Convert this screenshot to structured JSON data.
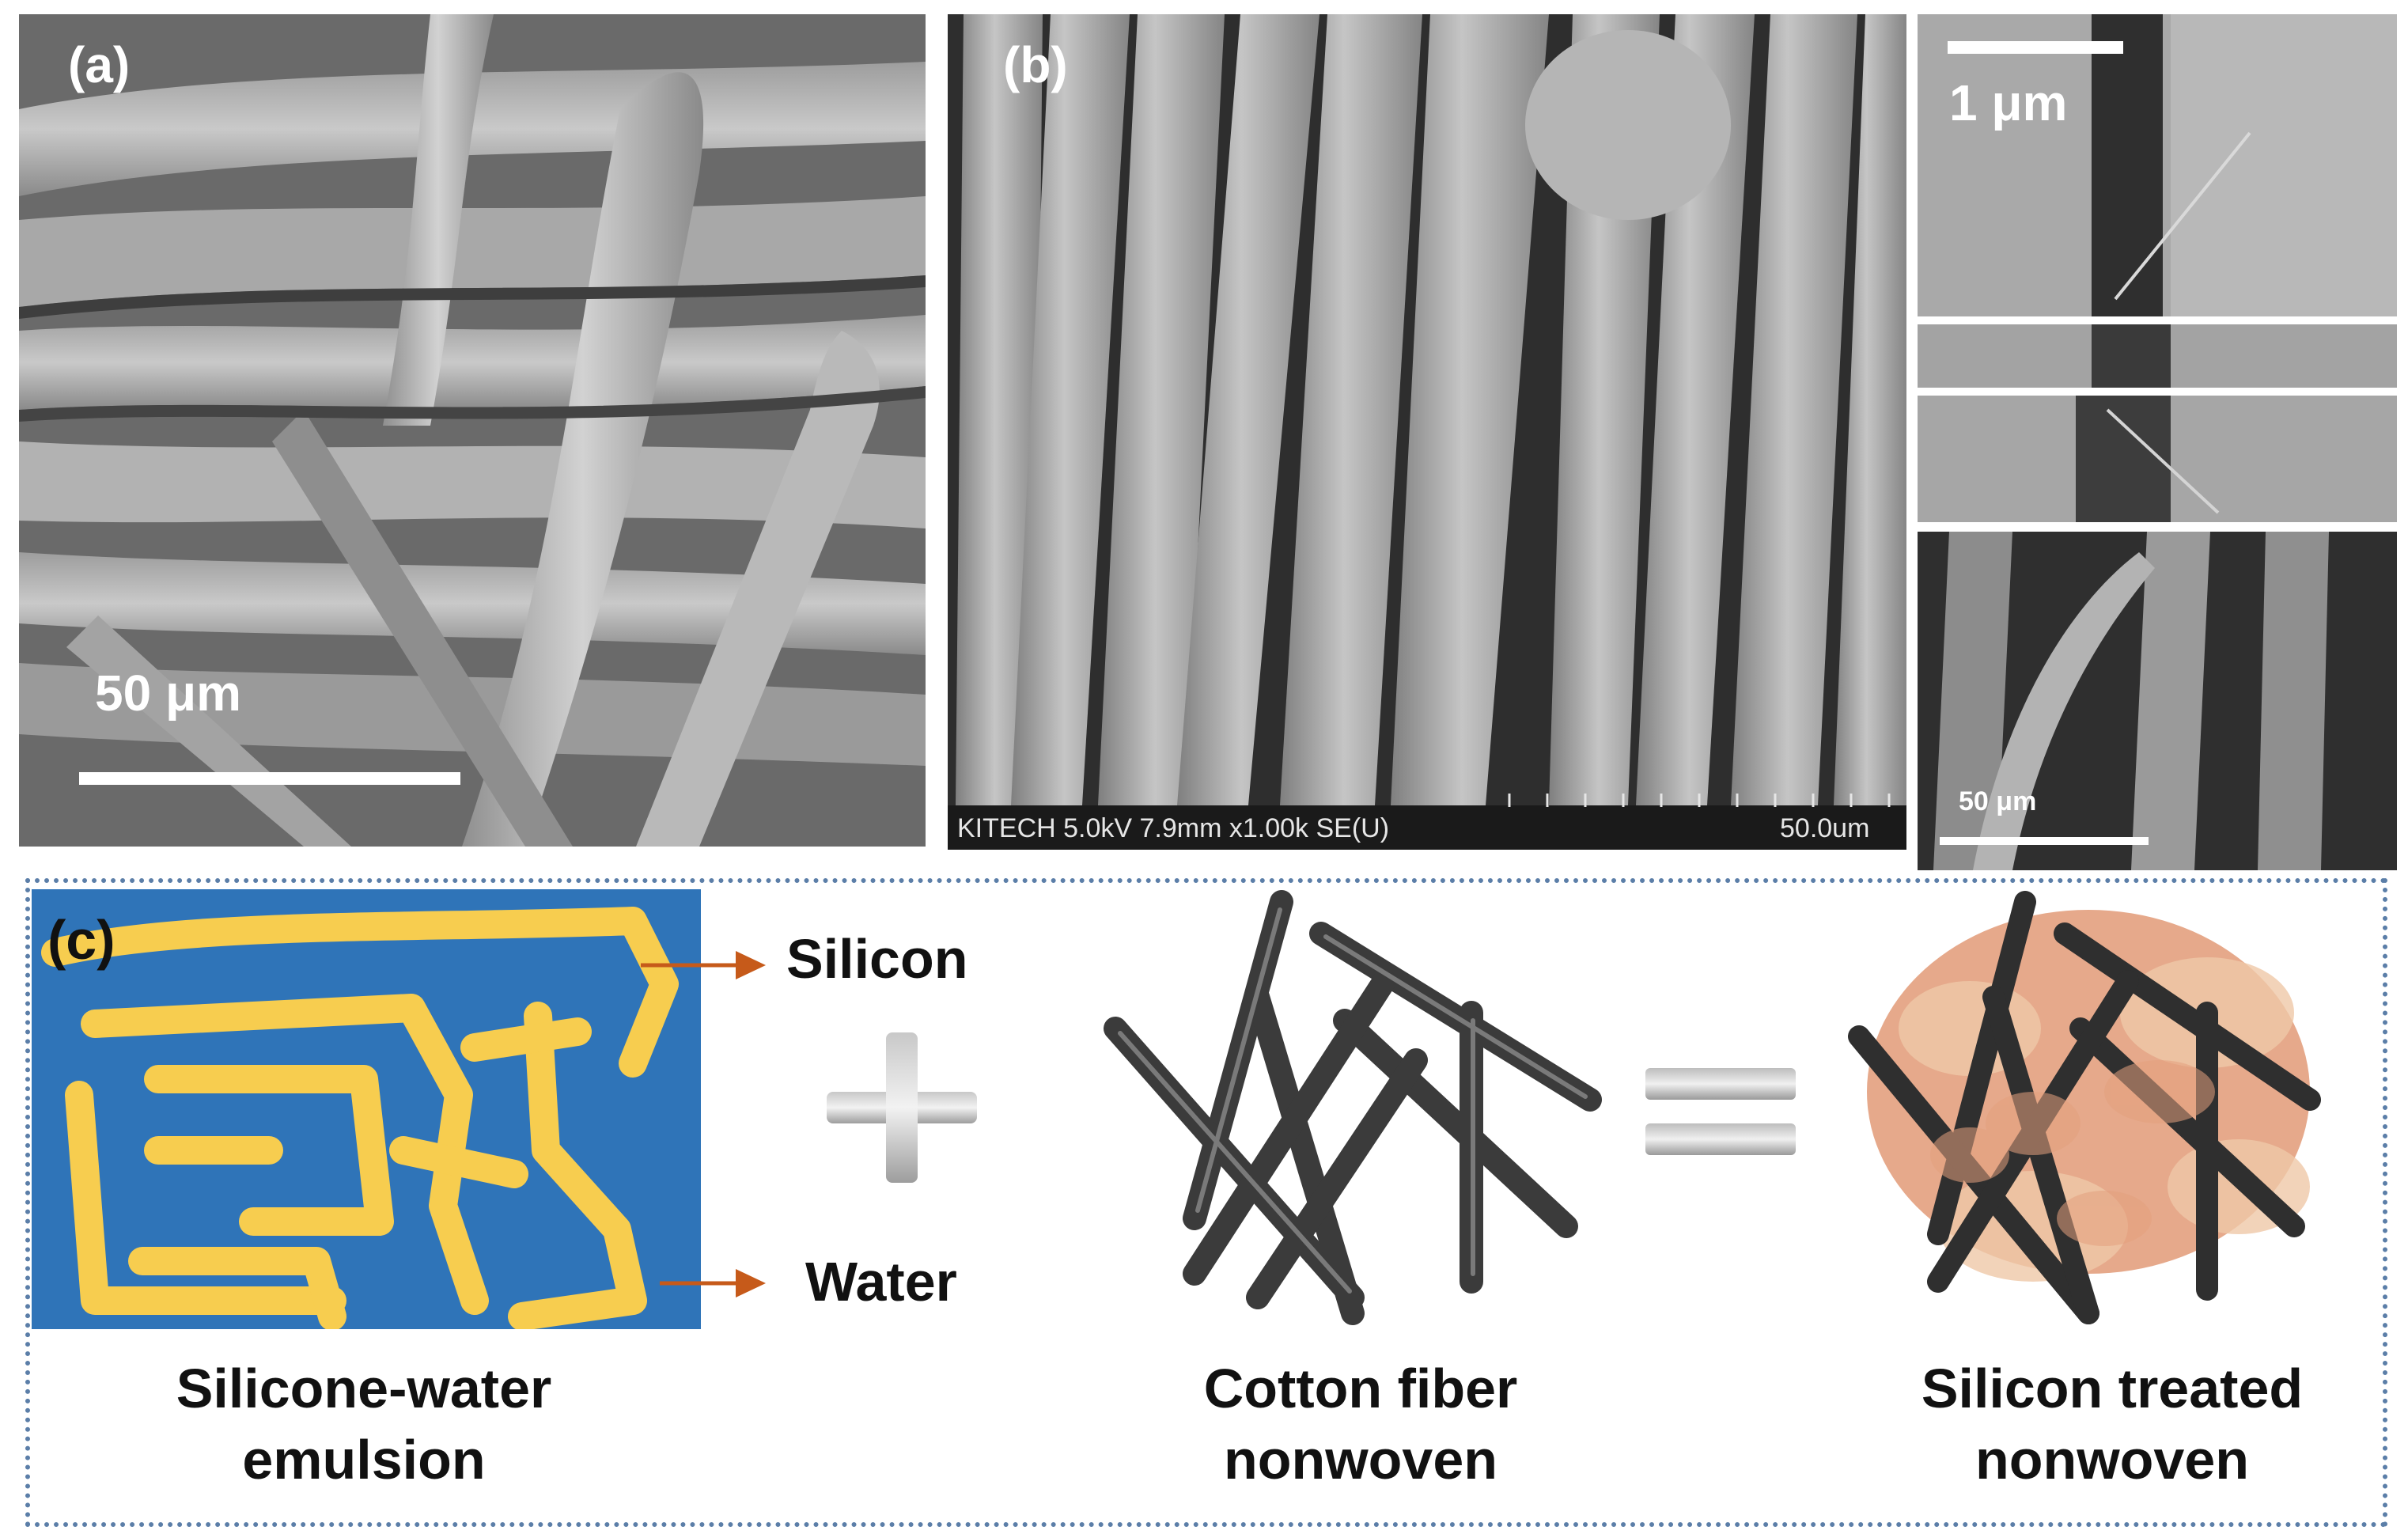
{
  "panel_a": {
    "label": "(a)",
    "scale_bar_label": "50 μm"
  },
  "panel_b": {
    "label": "(b)",
    "footer_left": "KITECH 5.0kV 7.9mm x1.00k SE(U)",
    "footer_right": "50.0um",
    "inset_top_scale_label": "1 μm",
    "inset_bottom_scale_label": "50 μm"
  },
  "panel_c": {
    "label": "(c)",
    "silicon_label": "Silicon",
    "water_label": "Water",
    "emulsion_caption": [
      "Silicone-water",
      "emulsion"
    ],
    "cotton_caption": [
      "Cotton fiber",
      "nonwoven"
    ],
    "treated_caption": [
      "Silicon treated",
      "nonwoven"
    ]
  },
  "colors": {
    "water_blue": "#2f74b8",
    "silicon_yellow": "#f7cd4f",
    "arrow_orange": "#c65a1a",
    "fiber_dark": "#3b3b3b",
    "silicone_coat": "#e3a07e",
    "border_dots": "#5b7ea8"
  }
}
